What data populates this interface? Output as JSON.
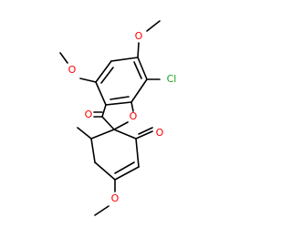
{
  "molecule": {
    "atoms": {
      "o_c4_methoxy": {
        "label": "O",
        "color": "#ff0000"
      },
      "o_c6_methoxy": {
        "label": "O",
        "color": "#ff0000"
      },
      "cl": {
        "label": "Cl",
        "color": "#1fa01f"
      },
      "o_c3_carbonyl": {
        "label": "O",
        "color": "#ff0000"
      },
      "o_ring_ether": {
        "label": "O",
        "color": "#ff0000"
      },
      "o_c2_carbonyl": {
        "label": "O",
        "color": "#ff0000"
      },
      "o_c4p_methoxy": {
        "label": "O",
        "color": "#ff0000"
      }
    },
    "bond_color": "#000000"
  }
}
